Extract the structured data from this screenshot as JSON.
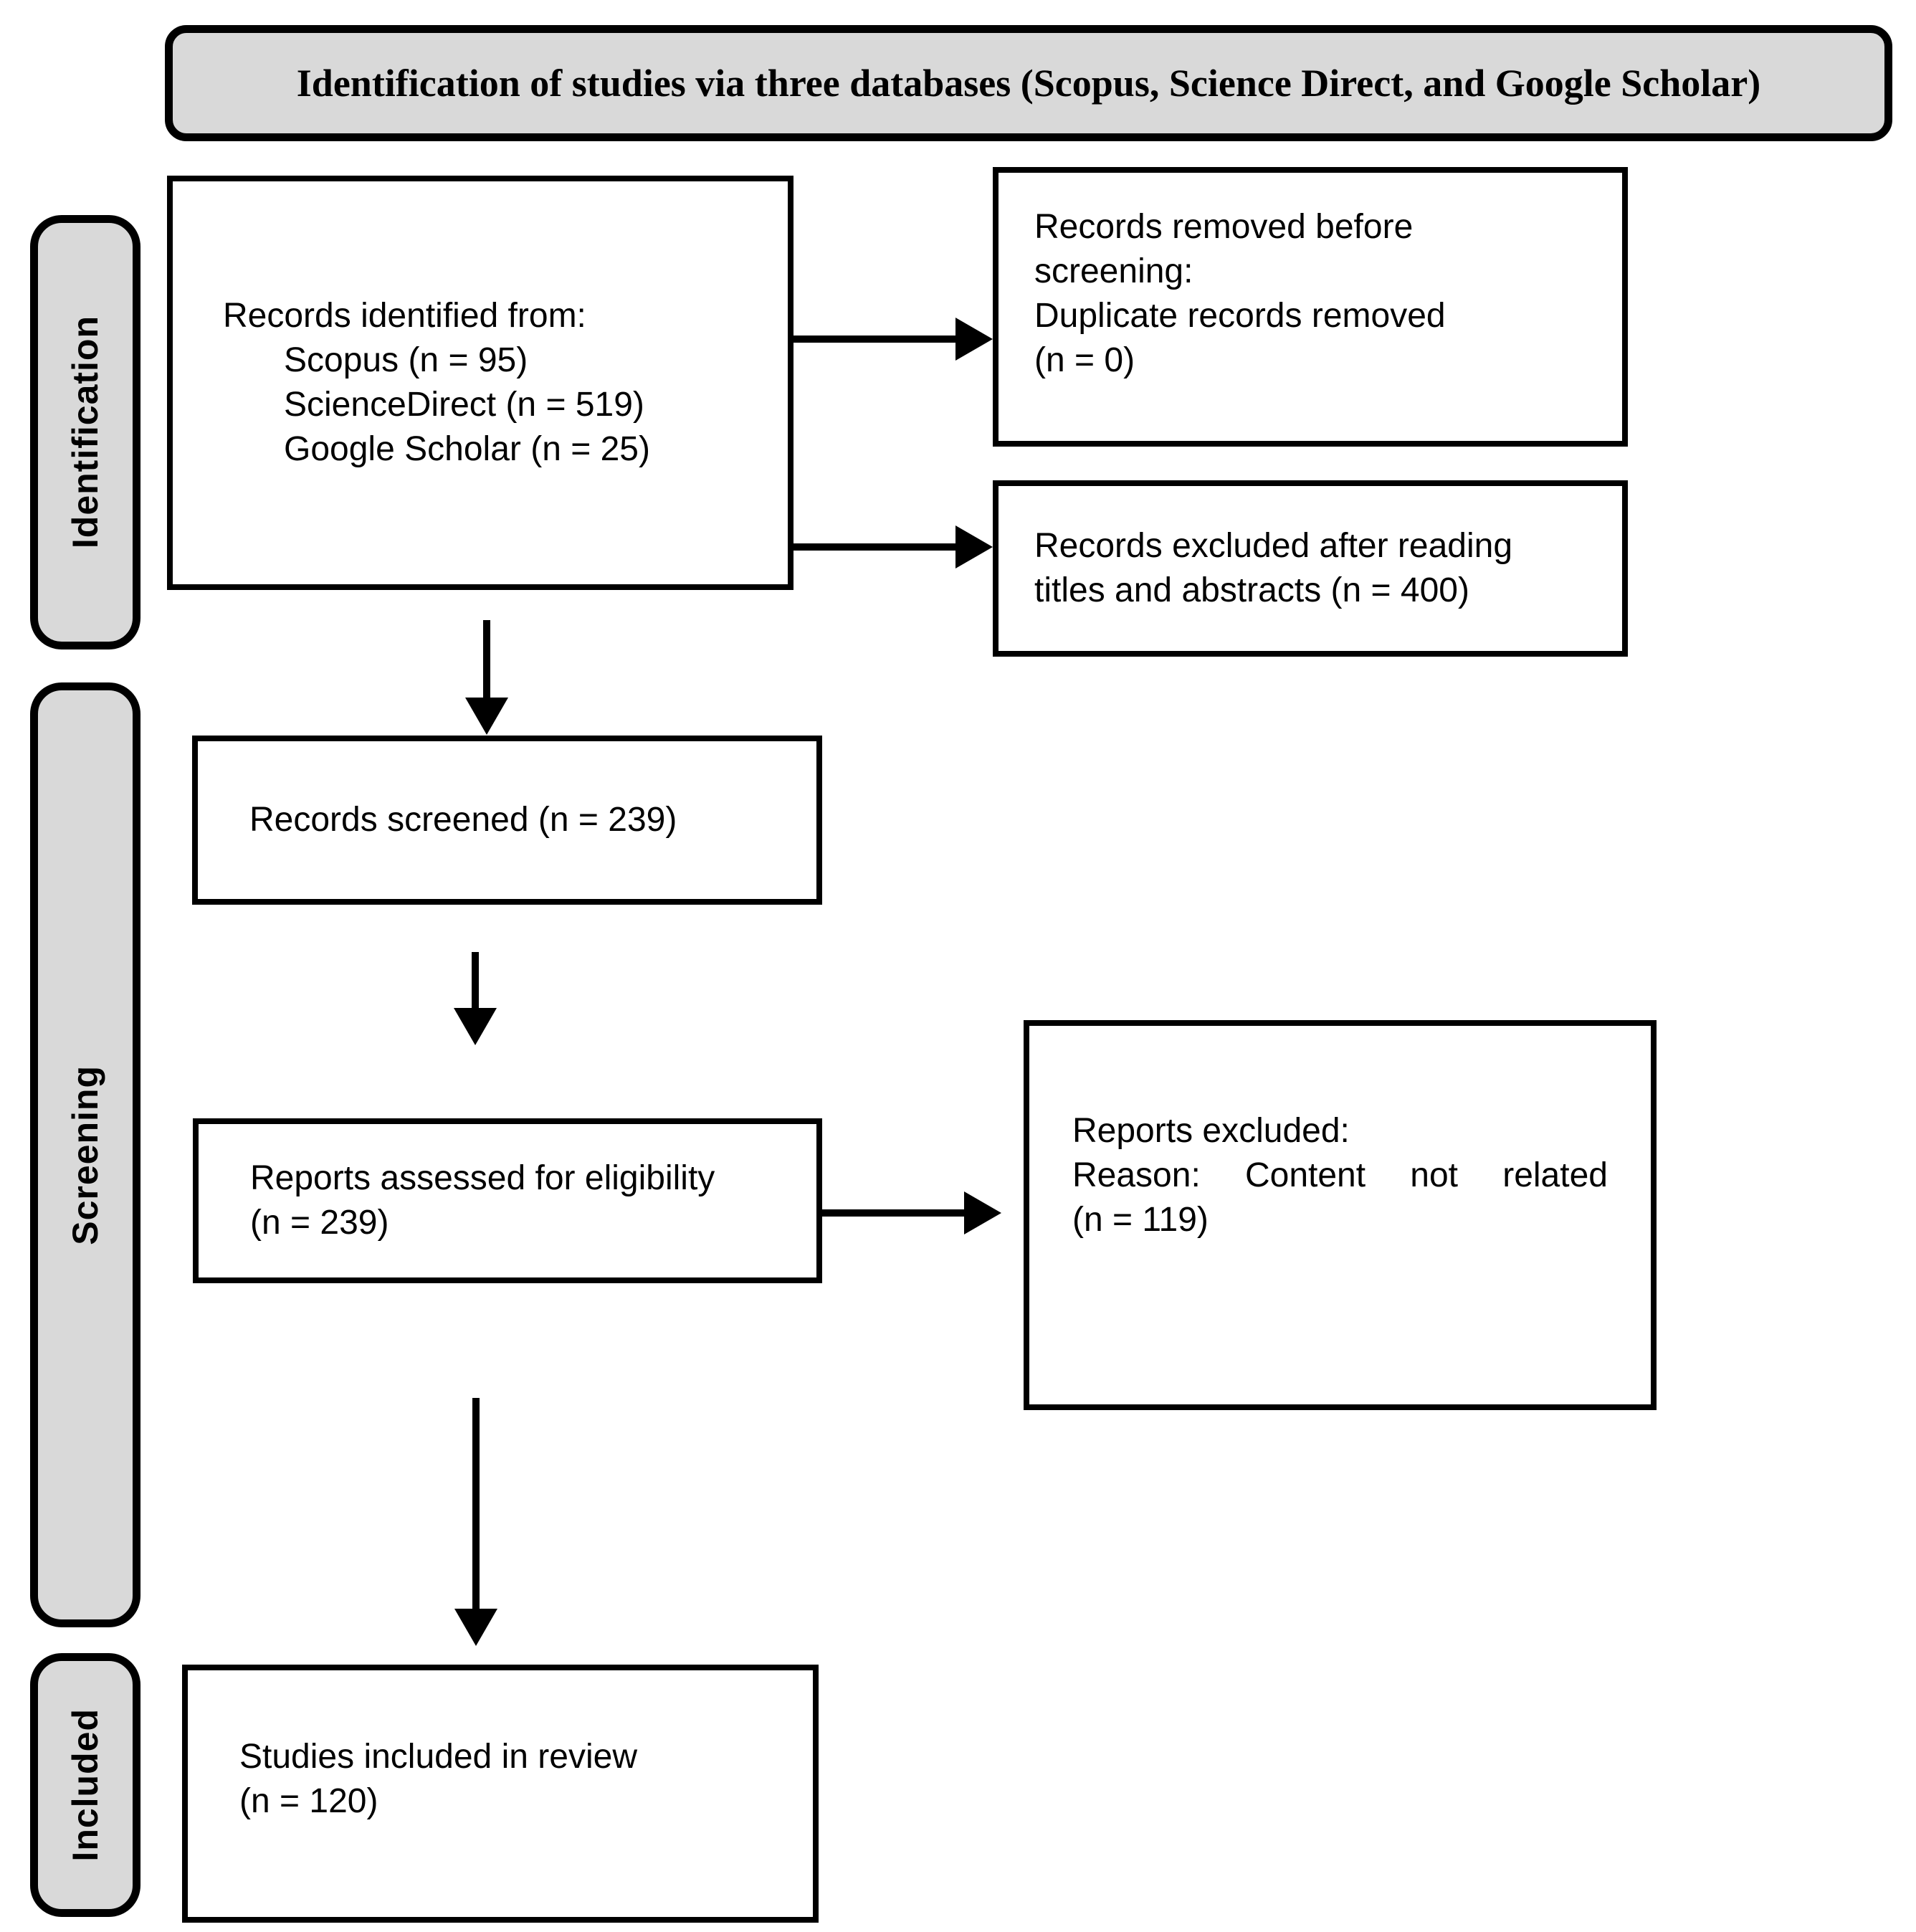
{
  "banner": {
    "title": "Identification of studies via three databases (Scopus, Science Direct, and Google Scholar)"
  },
  "stages": {
    "identification": "Identification",
    "screening": "Screening",
    "included": "Included"
  },
  "boxes": {
    "records_identified": {
      "intro": "Records identified from:",
      "sources": [
        "Scopus (n = 95)",
        "ScienceDirect (n = 519)",
        "Google Scholar (n = 25)"
      ]
    },
    "records_removed": {
      "lines": [
        "Records removed before",
        "screening:",
        "Duplicate records removed",
        "(n = 0)"
      ]
    },
    "records_excluded_titles": {
      "lines": [
        "Records excluded after reading",
        "titles and abstracts (n = 400)"
      ]
    },
    "records_screened": {
      "lines": [
        "Records screened (n = 239)"
      ]
    },
    "reports_assessed": {
      "lines": [
        "Reports assessed for eligibility",
        "(n = 239)"
      ]
    },
    "reports_excluded": {
      "line1": "Reports excluded:",
      "reason_words": [
        "Reason:",
        "Content",
        "not",
        "related"
      ],
      "line3": "(n = 119)"
    },
    "studies_included": {
      "lines": [
        "Studies included in review",
        "(n = 120)"
      ]
    }
  }
}
